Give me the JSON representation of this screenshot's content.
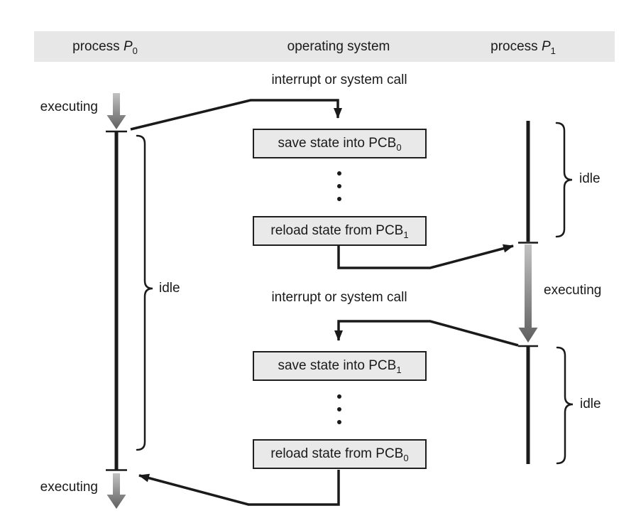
{
  "header": {
    "left": {
      "prefix": "process ",
      "symbol": "P",
      "sub": "0"
    },
    "center": "operating system",
    "right": {
      "prefix": "process ",
      "symbol": "P",
      "sub": "1"
    }
  },
  "labels": {
    "interrupt_top": "interrupt or system call",
    "interrupt_bottom": "interrupt or system call",
    "executing_p0_top": "executing",
    "executing_p0_bottom": "executing",
    "executing_p1": "executing",
    "idle_p0": "idle",
    "idle_p1_top": "idle",
    "idle_p1_bottom": "idle"
  },
  "boxes": [
    {
      "text": "save state into PCB",
      "sub": "0"
    },
    {
      "text": "reload state from PCB",
      "sub": "1"
    },
    {
      "text": "save state into PCB",
      "sub": "1"
    },
    {
      "text": "reload state from PCB",
      "sub": "0"
    }
  ],
  "colors": {
    "background": "#ffffff",
    "header_bg": "#e7e7e7",
    "box_fill": "#e9e9e9",
    "box_border": "#1f1f1f",
    "line": "#1a1a1a",
    "text": "#1a1a1a",
    "gray_arrow_light": "#c2c2c2",
    "gray_arrow_dark": "#5e5e5e"
  }
}
